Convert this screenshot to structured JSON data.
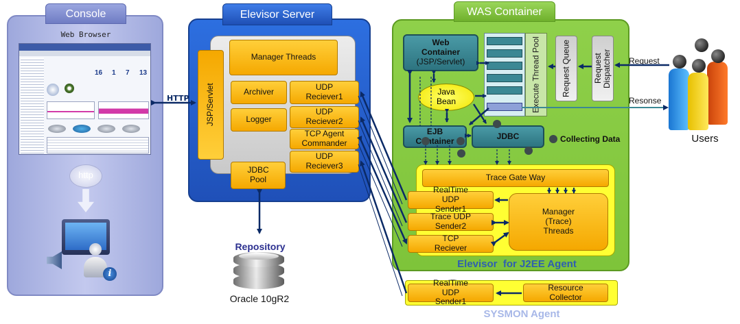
{
  "console": {
    "title": "Console",
    "browser_label": "Web Browser",
    "http_bubble": "http",
    "screen_numbers": [
      "16",
      "1",
      "7",
      "13"
    ]
  },
  "http_link": "HTTP",
  "elevisor_server": {
    "title": "Elevisor Server",
    "jsp_servlet": "JSP/Servlet",
    "manager_threads": "Manager Threads",
    "archiver": "Archiver",
    "logger": "Logger",
    "udp_receiver1": "UDP Reciever1",
    "udp_receiver2": "UDP Reciever2",
    "tcp_agent_commander": "TCP Agent Commander",
    "udp_receiver3": "UDP Reciever3",
    "jdbc_pool": "JDBC Pool"
  },
  "repository": {
    "label": "Repository",
    "db_name": "Oracle 10gR2"
  },
  "was_container": {
    "title": "WAS Container",
    "web_container_title": "Web Container",
    "web_container_sub": "(JSP/Servlet)",
    "java_bean": "Java Bean",
    "ejb_container": "EJB Container",
    "jdbc": "JDBC",
    "execute_thread_pool": "Execute Thread Pool",
    "request_queue": "Request Queue",
    "request_dispatcher": "Request Dispatcher",
    "collecting_data": "Collecting Data"
  },
  "agent": {
    "title": "Elevisor  for J2EE Agent",
    "trace_gateway": "Trace Gate Way",
    "realtime_udp_sender1": "RealTime UDP Sender1",
    "trace_udp_sender2": "Trace UDP Sender2",
    "tcp_receiver": "TCP Reciever",
    "manager_trace_threads": "Manager (Trace) Threads"
  },
  "sysmon": {
    "title": "SYSMON Agent",
    "realtime_udp_sender1": "RealTime UDP Sender1",
    "resource_collector": "Resource Collector"
  },
  "users": {
    "label": "Users",
    "request": "Request",
    "response": "Resonse"
  },
  "colors": {
    "console_panel": "#aeb6e6",
    "server_panel": "#2f6ad8",
    "was_panel": "#8ccc46",
    "agent_panel": "#ffff33",
    "orange_box": "#f7b300",
    "teal_box": "#3b8894",
    "arrow": "#0b2a66"
  }
}
